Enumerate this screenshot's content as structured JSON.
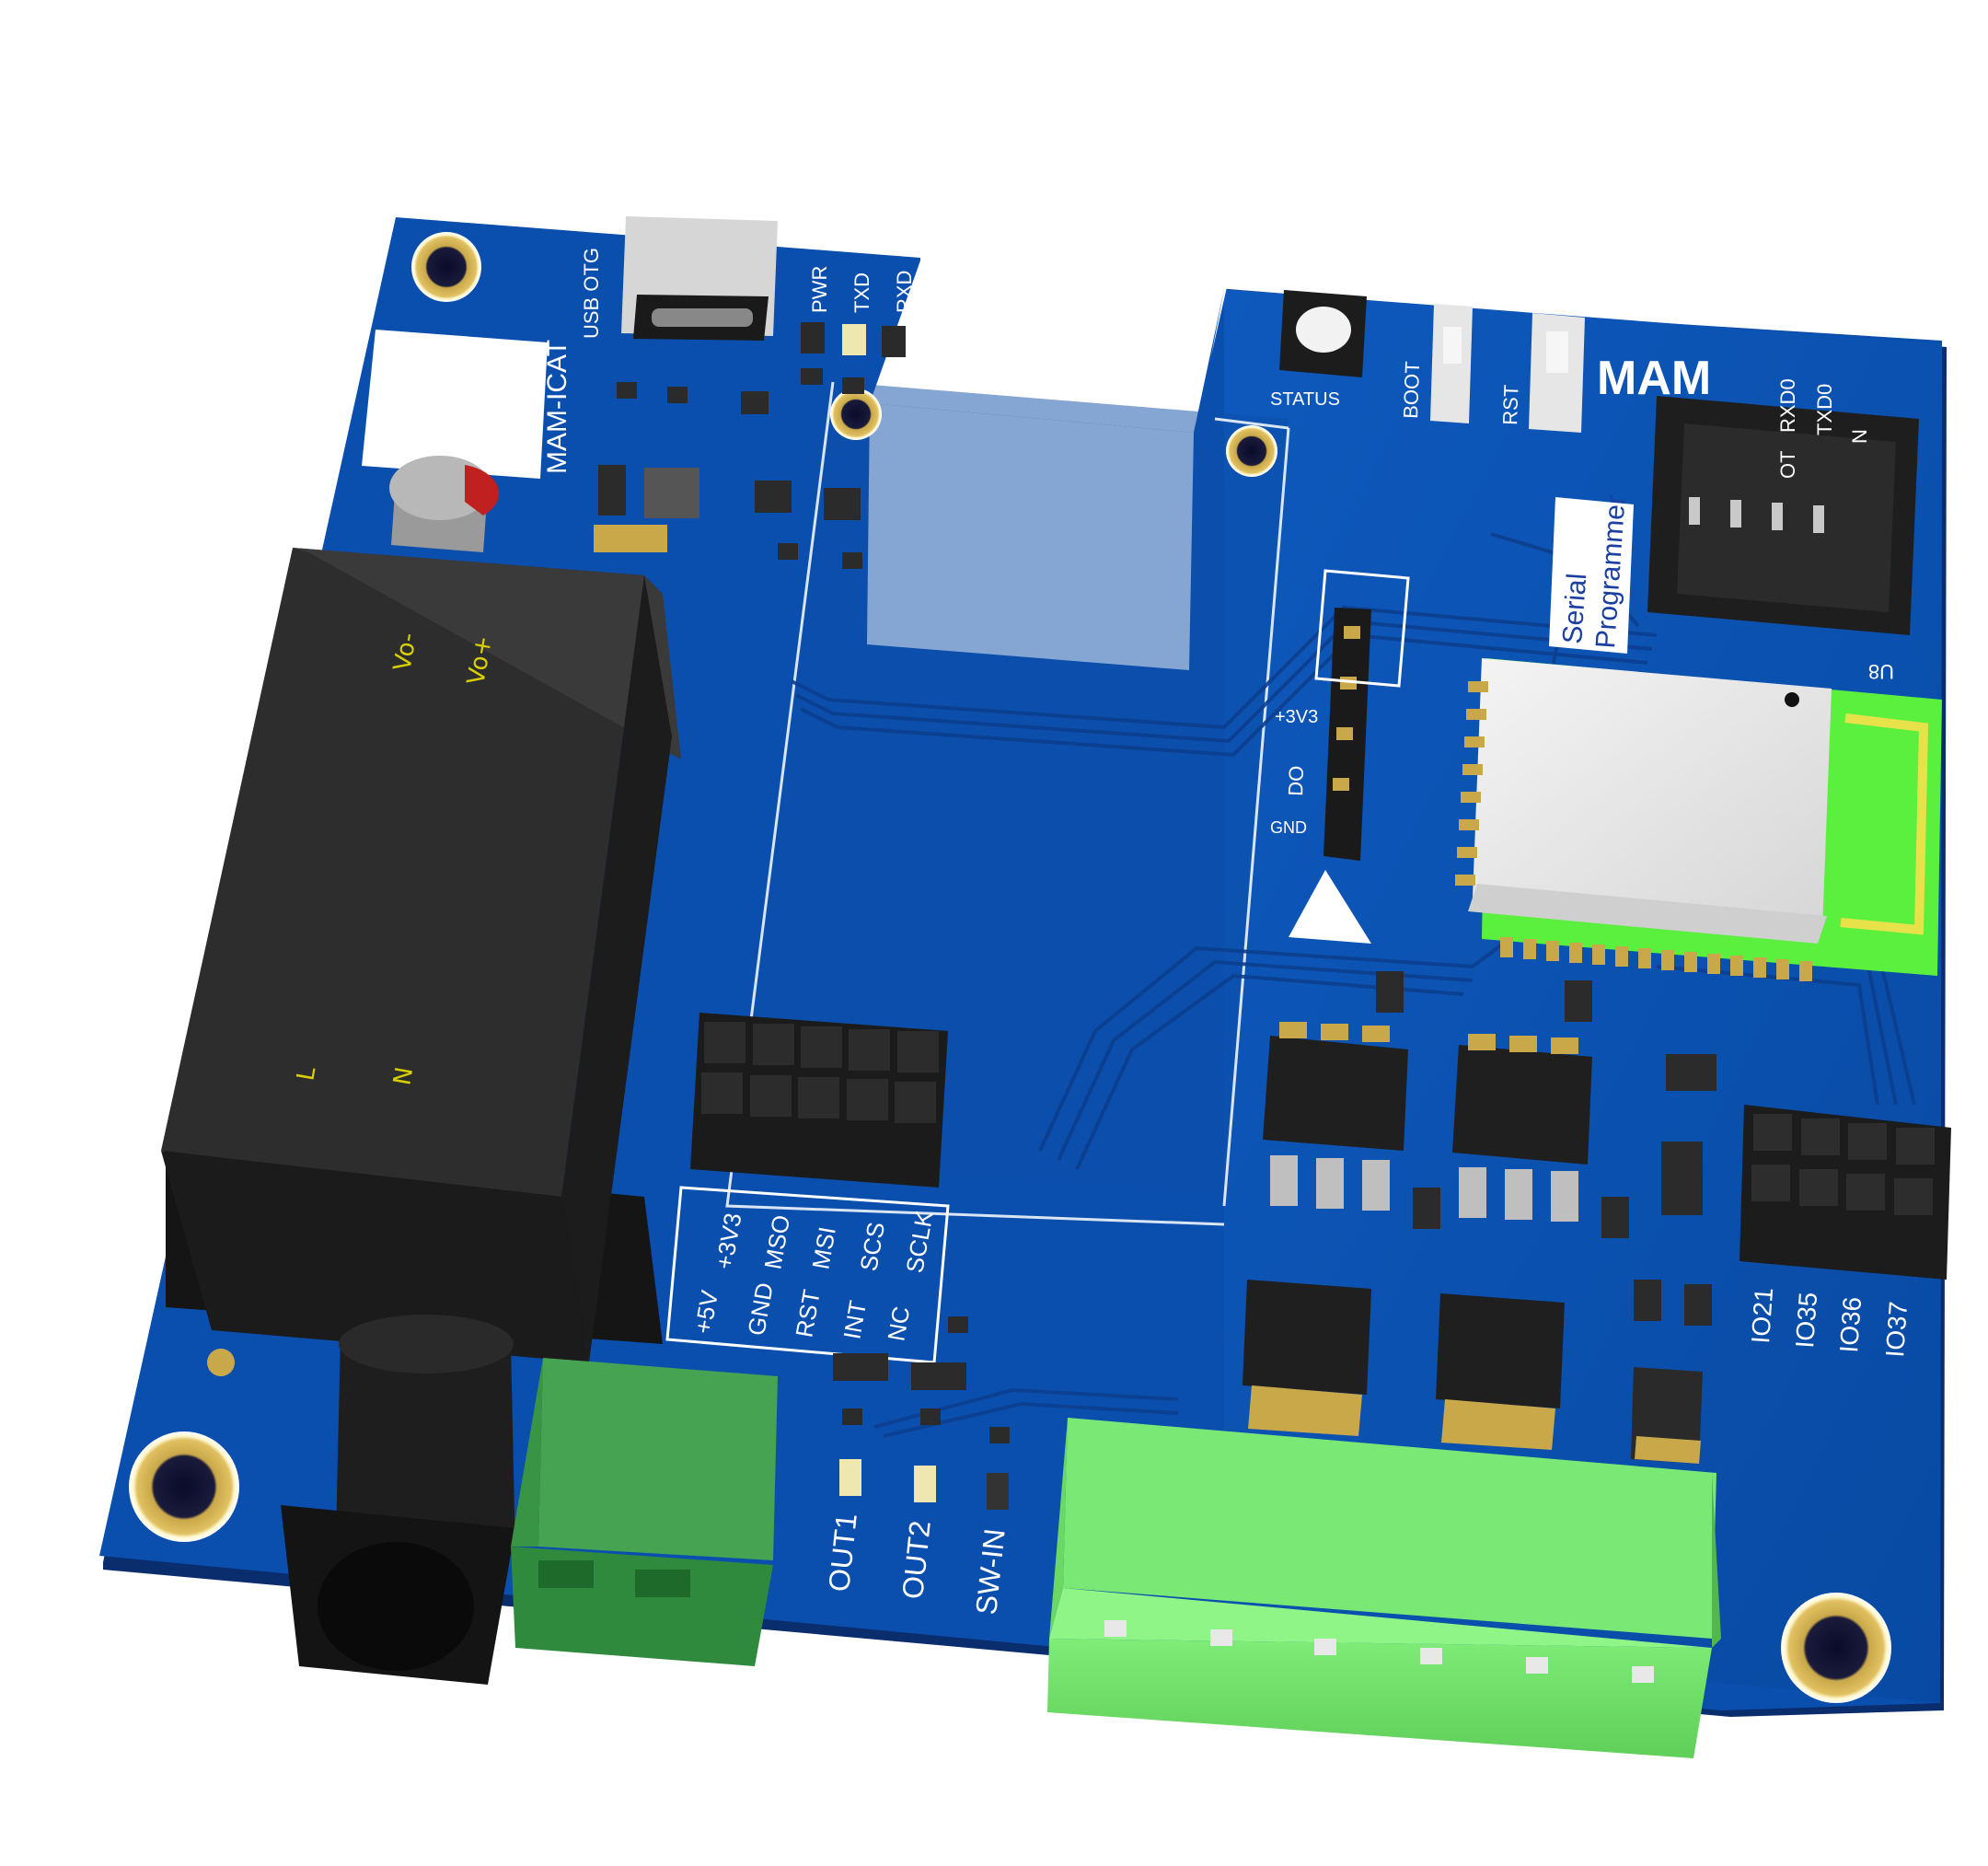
{
  "board": {
    "name_label": "MAM-ICAT",
    "logo": "MAM",
    "colors": {
      "pcb": "#0a4fae",
      "pcb_dark": "#083f8f",
      "silk": "#ffffff",
      "terminal_green": "#45a352",
      "terminal_light": "#74e36f",
      "antenna_green": "#5cf03e",
      "gold": "#c9a84a"
    }
  },
  "labels": {
    "usb_otg": "USB OTG",
    "pwr": "PWR",
    "txd": "TXD",
    "rxd": "RXD",
    "status": "STATUS",
    "boot": "BOOT",
    "rst_btn": "RST",
    "rxd0": "RXD0",
    "txd0": "TXD0",
    "ot": "OT",
    "n": "N",
    "u8": "U8",
    "serial": "Serial",
    "programmer": "Programmer",
    "v3v3": "+3V3",
    "do": "DO",
    "gnd": "GND",
    "spi_row1": [
      "+3V3",
      "MSO",
      "MSI",
      "SCS",
      "SCLK"
    ],
    "spi_row2": [
      "+5V",
      "GND",
      "RST",
      "INT",
      "NC"
    ],
    "out1": "OUT1",
    "out2": "OUT2",
    "sw_in": "SW-IN",
    "io": [
      "IO21",
      "IO35",
      "IO36",
      "IO37"
    ],
    "psu_vo_minus": "Vo-",
    "psu_vo_plus": "Vo+",
    "psu_l": "L",
    "psu_n": "N"
  }
}
